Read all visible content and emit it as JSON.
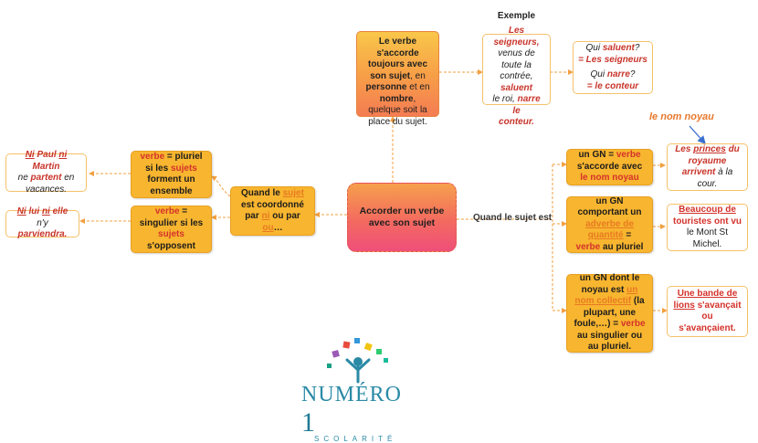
{
  "central": "Accorder un verbe avec son sujet",
  "top": {
    "l1": "Le verbe",
    "l2": "s'accorde",
    "l3": "toujours avec",
    "l4": "son sujet",
    "l5": ", en",
    "l6": "personne",
    "l7": " et en",
    "l8": "nombre",
    "l9": ",",
    "l10": "quelque soit la",
    "l11": "place du sujet."
  },
  "example": {
    "title": "Exemple",
    "s1": "Les seigneurs,",
    "s2": "venus de toute la",
    "s3": "contrée,",
    "s4": "saluent",
    "s5": "le roi,",
    "s6": "narre le",
    "s7": "conteur."
  },
  "questions": {
    "q1": "Qui",
    "q1b": "saluent",
    "q1c": "?",
    "a1": "= Les seigneurs",
    "q2": "Qui",
    "q2b": "narre",
    "q2c": "?",
    "a2": "= le conteur"
  },
  "left": {
    "coord_1": "Quand le",
    "coord_2": "sujet",
    "coord_3": "est coordonné",
    "coord_4": "par",
    "coord_5": "ni",
    "coord_6": "ou par",
    "coord_7": "ou",
    "coord_8": "…",
    "plural_1": "verbe",
    "plural_2": " =  pluriel",
    "plural_3": "si les",
    "plural_4": "sujets",
    "plural_5": "forment un",
    "plural_6": "ensemble",
    "sing_1": "verbe",
    "sing_2": " =",
    "sing_3": "singulier si les",
    "sing_4": "sujets",
    "sing_5": "s'opposent",
    "ex1_1": "Ni",
    "ex1_2": " Paul ",
    "ex1_3": "ni",
    "ex1_4": " Martin",
    "ex1_5": "ne",
    "ex1_6": "partent",
    "ex1_7": " en",
    "ex1_8": "vacances.",
    "ex2_1": "Ni",
    "ex2_2": " lui ",
    "ex2_3": "ni",
    "ex2_4": " elle",
    "ex2_5": " n'y",
    "ex2_6": "parviendra."
  },
  "right": {
    "edge_label": "Quand le sujet est",
    "hint": "le nom noyau",
    "gn1_1": "un GN =",
    "gn1_2": "verbe",
    "gn1_3": "s'accorde avec",
    "gn1_4": "le nom noyau",
    "gn2_1": "un GN",
    "gn2_2": "comportant un",
    "gn2_3": "adverbe de",
    "gn2_4": "quantité",
    "gn2_5": " =",
    "gn2_6": "verbe",
    "gn2_7": " au pluriel",
    "gn3_1": "un GN dont le",
    "gn3_2": "noyau est",
    "gn3_3": "un",
    "gn3_4": "nom collectif",
    "gn3_5": " (la",
    "gn3_6": "plupart, une",
    "gn3_7": "foule,…) =",
    "gn3_8": "verbe",
    "gn3_9": "au singulier ou",
    "gn3_10": "au pluriel.",
    "ex1_1": "Les",
    "ex1_2": "princes",
    "ex1_3": " du",
    "ex1_4": "royaume",
    "ex1_5": "arrivent",
    "ex1_6": " à la",
    "ex1_7": "cour.",
    "ex2_1": "Beaucoup de",
    "ex2_2": "touristes",
    "ex2_3": " ont vu",
    "ex2_4": "le Mont St",
    "ex2_5": "Michel.",
    "ex3_1": "Une bande de",
    "ex3_2": "lions",
    "ex3_3": " s'avançait",
    "ex3_4": "ou",
    "ex3_5": "s'avançaient."
  },
  "logo": {
    "name": "NUMÉRO",
    "digit": "1",
    "sub": "SCOLARITÉ"
  },
  "colors": {
    "yellow": "#f8b52f",
    "red_text": "#d4322b",
    "link": "#f2a040",
    "hint": "#e8792e",
    "arrow_blue": "#3a6fd0",
    "logo": "#2a8aa6"
  }
}
